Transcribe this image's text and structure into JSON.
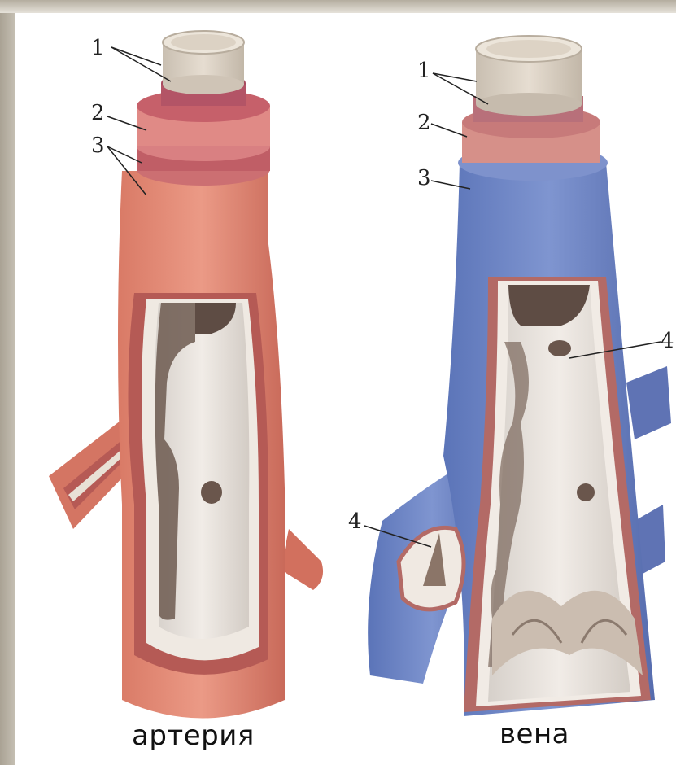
{
  "captions": {
    "artery": "артерия",
    "vein": "вена"
  },
  "artery_labels": {
    "l1": "1",
    "l2": "2",
    "l3": "3"
  },
  "vein_labels": {
    "l1": "1",
    "l2": "2",
    "l3": "3",
    "l4_right": "4",
    "l4_left": "4"
  },
  "colors": {
    "inner_layer": "#d8cfc2",
    "middle_layer_artery": "#c46a6c",
    "outer_layer_artery": "#e08c7a",
    "outer_layer_vein": "#6f86c6",
    "lumen": "#e9e4df",
    "shadow": "#6d5a50"
  }
}
